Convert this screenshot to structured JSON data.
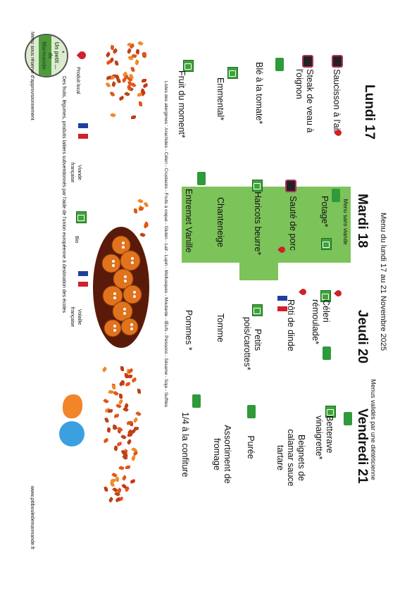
{
  "header": {
    "title": "Menu du lundi 17 au 21 Novembre 2025",
    "subtitle": "Menus validés par une diététicienne"
  },
  "logo": {
    "text": "Un petit ... de Marmande"
  },
  "days": {
    "lundi": {
      "label": "Lundi 17",
      "dishes": [
        "Saucisson à l'ail",
        "Steak de veau à l'oignon",
        "Blé à la tomate*",
        "Emmental*",
        "Fruit du moment*"
      ]
    },
    "mardi": {
      "label": "Mardi 18",
      "note": "Menu sans viande",
      "dishes": [
        "Potage*",
        "Sauté de porc",
        "Haricots beurre*",
        "Chanteneige",
        "Entremet Vanille"
      ]
    },
    "jeudi": {
      "label": "Jeudi 20",
      "dishes": [
        "Céleri rémoulade*",
        "Rôti de dinde",
        "Petits pois/carottes*",
        "Tomme",
        "Pommes *"
      ]
    },
    "vendredi": {
      "label": "Vendredi 21",
      "dishes": [
        "Betterave vinaigrette*",
        "Beignets de calamar sauce tartare",
        "Purée",
        "Assortiment de fromage",
        "1/4 à la confiture"
      ]
    }
  },
  "allergens": "Listes des allergènes : Arachides - Céleri - Crustacés - Fruits à coque - Gluten - Lait - Lupin - Mollusques - Moutarde - Œufs - Poissons - Sésame - Soja - Sulfites",
  "legend": {
    "local": "Produit local",
    "viande": "Viande française",
    "bio": "Bio",
    "volaille": "Volaille française",
    "note_mark": "*",
    "note": "Des fruits, légumes, produits laitiers subventionnés par l'aide de l'union européenne à destination des écoles"
  },
  "footer": {
    "disclaimer": "Menu sous réserve d'approvisionnement",
    "website": "www.pitibouledemarmande.fr"
  },
  "colors": {
    "highlight": "#7cc35a",
    "bio_green": "#3ea33a",
    "pin_red": "#d0202b",
    "leaf_orange": "#e0561c"
  }
}
